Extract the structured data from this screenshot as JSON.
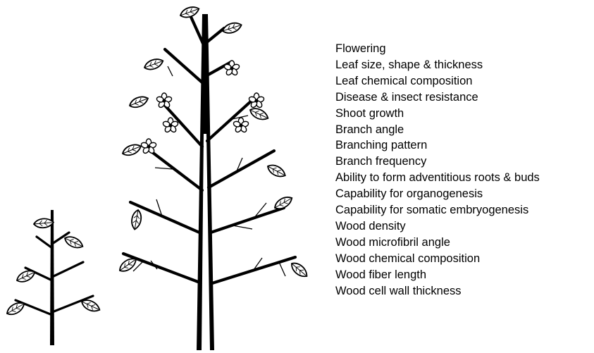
{
  "traits": [
    "Flowering",
    "Leaf size, shape & thickness",
    "Leaf chemical composition",
    "Disease & insect resistance",
    "Shoot growth",
    "Branch angle",
    "Branching pattern",
    "Branch frequency",
    "Ability to form adventitious roots & buds",
    "Capability for organogenesis",
    "Capability for somatic embryogenesis",
    "Wood density",
    "Wood microfibril angle",
    "Wood chemical composition",
    "Wood fiber length",
    "Wood cell wall thickness"
  ]
}
